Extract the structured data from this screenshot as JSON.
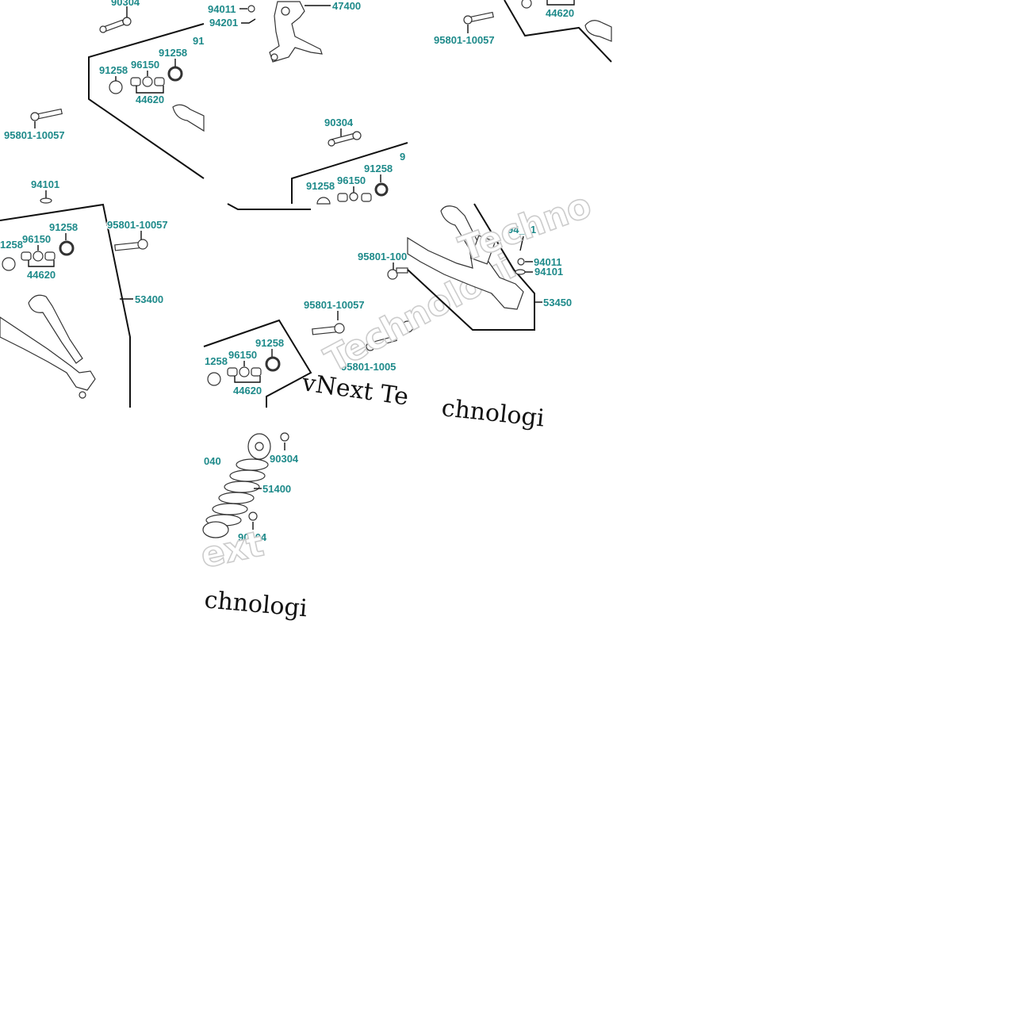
{
  "watermark": {
    "text_a": "vNext Te",
    "text_b": "Technologi",
    "text_c": "chnologi",
    "text_d": "Techno",
    "text_e": "ext"
  },
  "labels": {
    "p90304": "90304",
    "p94011": "94011",
    "p94201": "94201",
    "p47400": "47400",
    "p91258": "91258",
    "p96150": "96150",
    "p44620": "44620",
    "p95801_10057": "95801-10057",
    "p94101": "94101",
    "p53400": "53400",
    "p53450": "53450",
    "p51400": "51400",
    "p91": "91",
    "p9": "9",
    "p1258": "1258",
    "p040": "040",
    "p95801_100": "95801-100",
    "p95801_1005": "95801-1005",
    "p94_01": "94_01",
    "p90_04": "90_04"
  },
  "colors": {
    "label": "#1e8a8a",
    "line": "#111111",
    "background": "#ffffff"
  }
}
